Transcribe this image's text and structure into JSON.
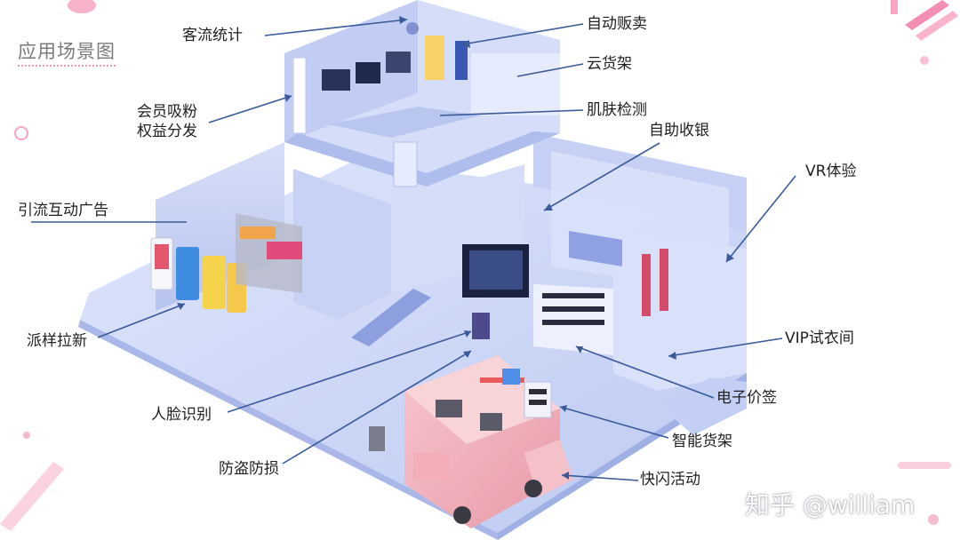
{
  "title": "应用场景图",
  "watermark": "知乎 @william",
  "labels": {
    "customer_flow": "客流统计",
    "vending": "自动贩卖",
    "cloud_shelf": "云货架",
    "member_line1": "会员吸粉",
    "member_line2": "权益分发",
    "skin_detect": "肌肤检测",
    "self_checkout": "自助收银",
    "vr": "VR体验",
    "ad_interaction": "引流互动广告",
    "sampling": "派样拉新",
    "vip_fitting": "VIP试衣间",
    "e_price_tag": "电子价签",
    "face_recognition": "人脸识别",
    "smart_shelf": "智能货架",
    "anti_theft": "防盗防损",
    "flash_event": "快闪活动"
  },
  "colors": {
    "accent_line": "#3a5a9a",
    "building": "#c9d4f4",
    "floor": "#b9c6f0",
    "popup_truck": "#f2b6bf",
    "decor_pink": "#f6a9c4"
  }
}
